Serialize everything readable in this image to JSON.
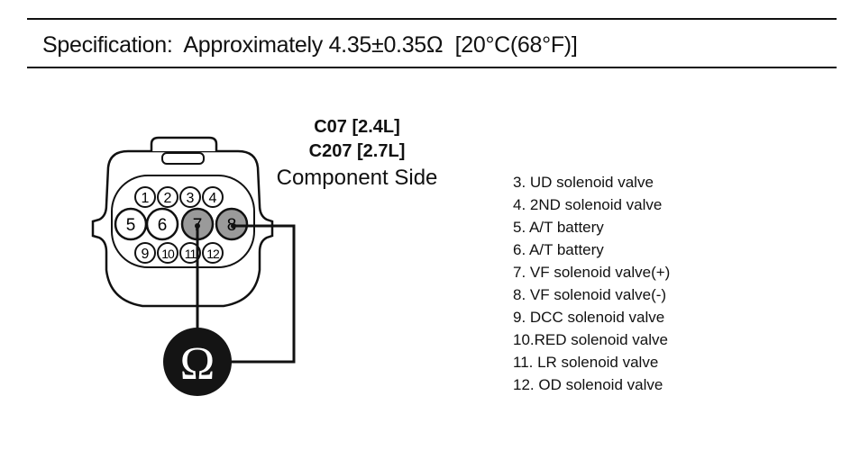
{
  "specification": {
    "label": "Specification:",
    "text": "Approximately 4.35±0.35Ω",
    "condition": "[20°C(68°F)]"
  },
  "connector": {
    "code_1": "C07 [2.4L]",
    "code_2": "C207 [2.7L]",
    "side": "Component Side",
    "pins": [
      {
        "label": "1"
      },
      {
        "label": "2"
      },
      {
        "label": "3"
      },
      {
        "label": "4"
      },
      {
        "label": "5"
      },
      {
        "label": "6"
      },
      {
        "label": "7"
      },
      {
        "label": "8"
      },
      {
        "label": "9"
      },
      {
        "label": "10"
      },
      {
        "label": "11"
      },
      {
        "label": "12"
      }
    ]
  },
  "meter": {
    "symbol": "Ω"
  },
  "pin_descriptions": [
    "3. UD solenoid valve",
    "4. 2ND solenoid valve",
    "5. A/T battery",
    "6. A/T battery",
    "7. VF solenoid valve(+)",
    "8. VF solenoid valve(-)",
    "9. DCC solenoid valve",
    "10.RED solenoid valve",
    "11. LR solenoid valve",
    "12. OD solenoid valve"
  ],
  "colors": {
    "line": "#111111",
    "meter_fill": "#141414",
    "pin_highlight": "#9a9a9a"
  }
}
